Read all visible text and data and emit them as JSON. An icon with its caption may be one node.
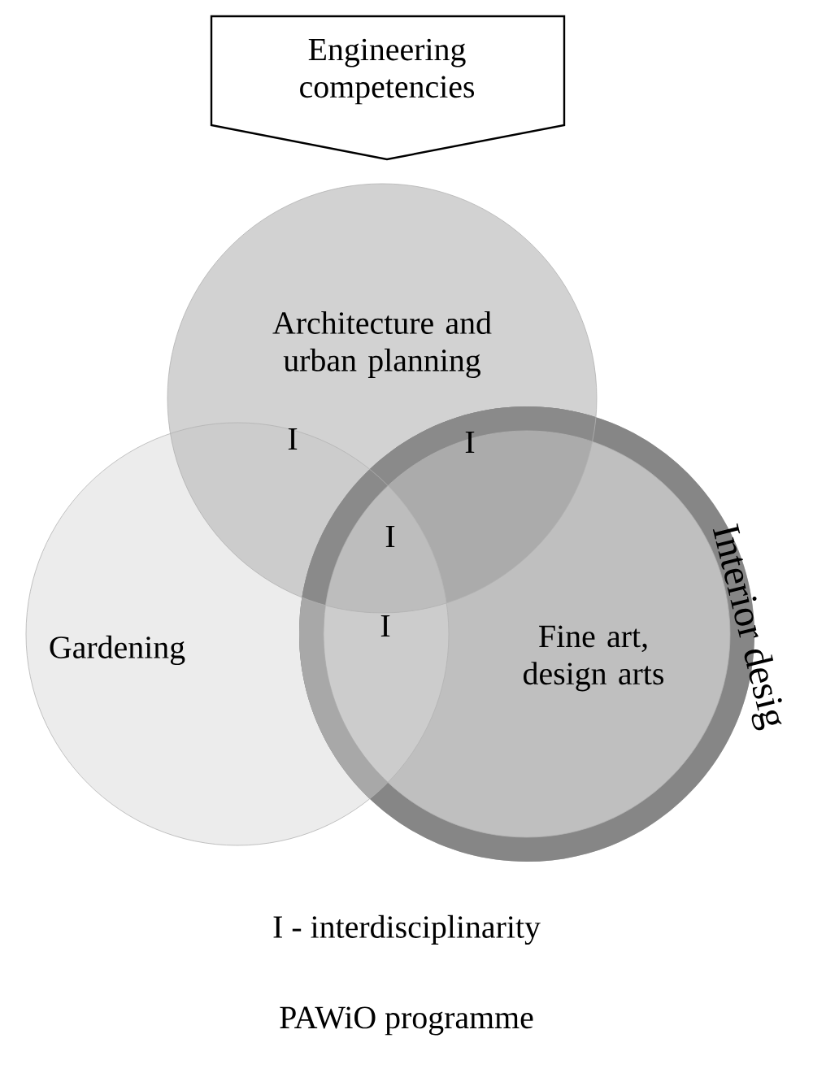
{
  "diagram": {
    "nodes": [
      {
        "text": [
          "Engineering competencies"
        ]
      },
      {
        "text": [
          "Architecture and urban planning"
        ]
      },
      {
        "text": [
          "Gardening"
        ]
      },
      {
        "text": [
          "Fine art, design arts"
        ],
        "beside": [
          "Interior desig"
        ]
      }
    ],
    "labels": [
      "I",
      "I",
      "I",
      "I",
      "I - interdisciplinarity",
      "PAWiO programme"
    ]
  }
}
